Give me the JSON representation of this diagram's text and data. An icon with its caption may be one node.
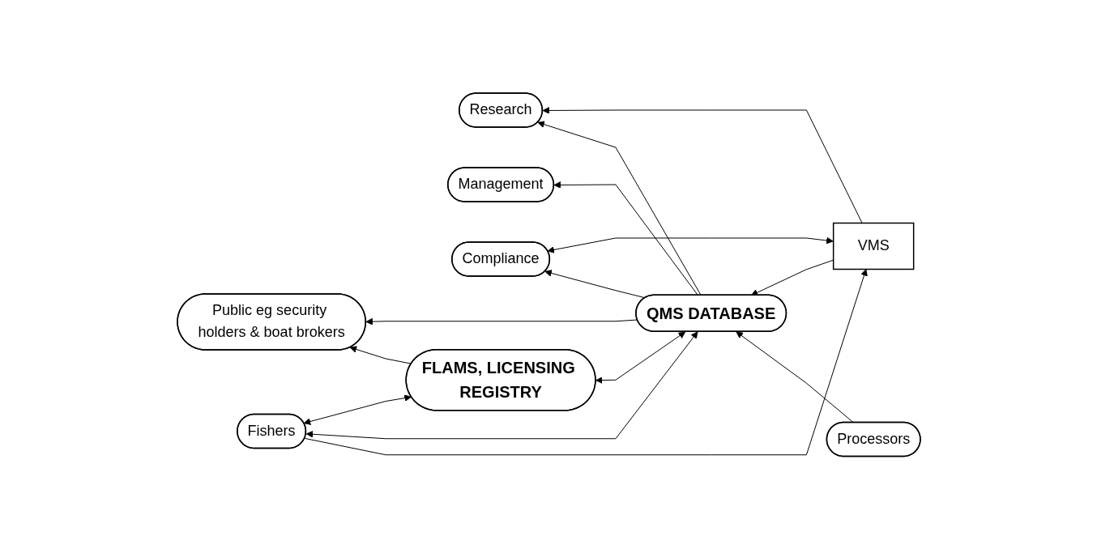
{
  "diagram": {
    "nodes": [
      {
        "text": [
          "Research"
        ]
      },
      {
        "text": [
          "VMS"
        ]
      },
      {
        "text": [
          "Management"
        ]
      },
      {
        "text": [
          "QMS DATABASE"
        ]
      },
      {
        "text": [
          "Compliance"
        ]
      },
      {
        "text": [
          "FLAMS, LICENSING REGISTRY"
        ]
      },
      {
        "text": [
          "Processors"
        ]
      },
      {
        "text": [
          "Public eg security holders & boat brokers"
        ]
      },
      {
        "text": [
          "Fishers"
        ]
      }
    ],
    "edges": [
      {
        "from": 1,
        "to": 0,
        "arrow": "to"
      },
      {
        "from": 3,
        "to": 0,
        "arrow": "to"
      },
      {
        "from": 3,
        "to": 2,
        "arrow": "to"
      },
      {
        "from": 1,
        "to": 3,
        "arrow": "to"
      },
      {
        "from": 1,
        "to": 4,
        "arrow": "both"
      },
      {
        "from": 3,
        "to": 4,
        "arrow": "to"
      },
      {
        "from": 3,
        "to": 7,
        "arrow": "to"
      },
      {
        "from": 3,
        "to": 5,
        "arrow": "both"
      },
      {
        "from": 5,
        "to": 7,
        "arrow": "to"
      },
      {
        "from": 6,
        "to": 3,
        "arrow": "to"
      },
      {
        "from": 8,
        "to": 3,
        "arrow": "both"
      },
      {
        "from": 5,
        "to": 8,
        "arrow": "both"
      },
      {
        "from": 8,
        "to": 1,
        "arrow": "to"
      }
    ]
  }
}
